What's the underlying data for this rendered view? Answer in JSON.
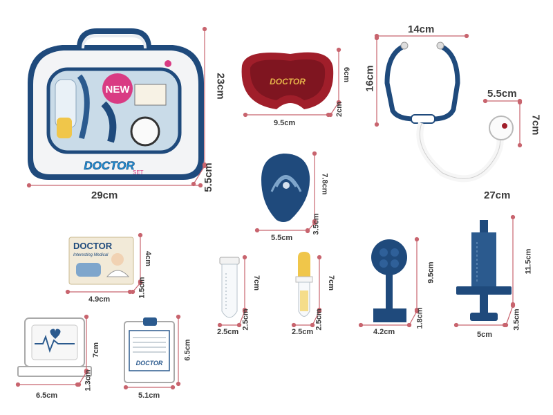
{
  "product": {
    "package_badge": "NEW",
    "package_logo": "DOCTOR",
    "package_logo_sub": "SET",
    "card_title": "DOCTOR",
    "card_subtitle": "Interesting Medical",
    "tray_logo": "DOCTOR",
    "clip_logo": "DOCTOR"
  },
  "dimensions": {
    "package_height": "23cm",
    "package_width": "29cm",
    "package_depth": "5.5cm",
    "tray_width": "9.5cm",
    "tray_height": "6cm",
    "tray_depth": "2cm",
    "stethoscope_width": "14cm",
    "stethoscope_height": "16cm",
    "chestpiece_width": "5.5cm",
    "chestpiece_height": "7cm",
    "tube_length": "27cm",
    "reflector_height": "7.8cm",
    "reflector_width": "5.5cm",
    "reflector_depth": "3.5cm",
    "card_height": "4cm",
    "card_width": "4.9cm",
    "card_depth": "1.5cm",
    "test_tube_height": "7cm",
    "test_tube_width": "2.5cm",
    "test_tube_depth": "2.5cm",
    "dropper_height": "7cm",
    "dropper_width": "2.5cm",
    "dropper_depth": "2.5cm",
    "mirror_height": "9.5cm",
    "mirror_width": "4.2cm",
    "mirror_depth": "1.8cm",
    "syringe_height": "11.5cm",
    "syringe_width": "5cm",
    "syringe_depth": "3.5cm",
    "monitor_height": "7cm",
    "monitor_width": "6.5cm",
    "monitor_depth": "1.3cm",
    "clipboard_height": "6.5cm",
    "clipboard_width": "5.1cm"
  },
  "colors": {
    "dimension_line": "#c8646e",
    "navy": "#1f4a7c",
    "red_tray": "#a01e2a"
  }
}
